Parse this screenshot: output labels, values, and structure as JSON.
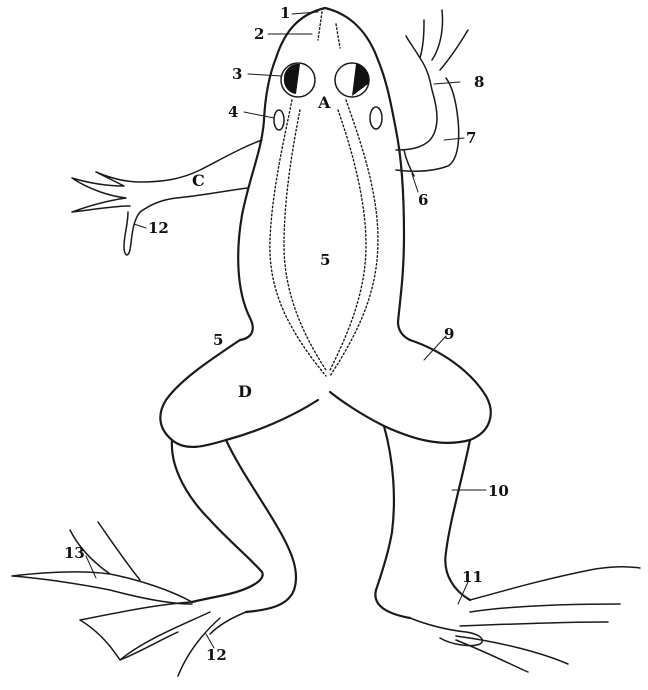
{
  "diagram": {
    "number_labels": {
      "n1": "1",
      "n2": "2",
      "n3": "3",
      "n4": "4",
      "n5_belly": "5",
      "n5_leg": "5",
      "n6": "6",
      "n7": "7",
      "n8": "8",
      "n9": "9",
      "n10": "10",
      "n11": "11",
      "n12_hand": "12",
      "n12_foot": "12",
      "n13": "13"
    },
    "region_labels": {
      "A": "A",
      "C": "C",
      "D": "D"
    }
  }
}
